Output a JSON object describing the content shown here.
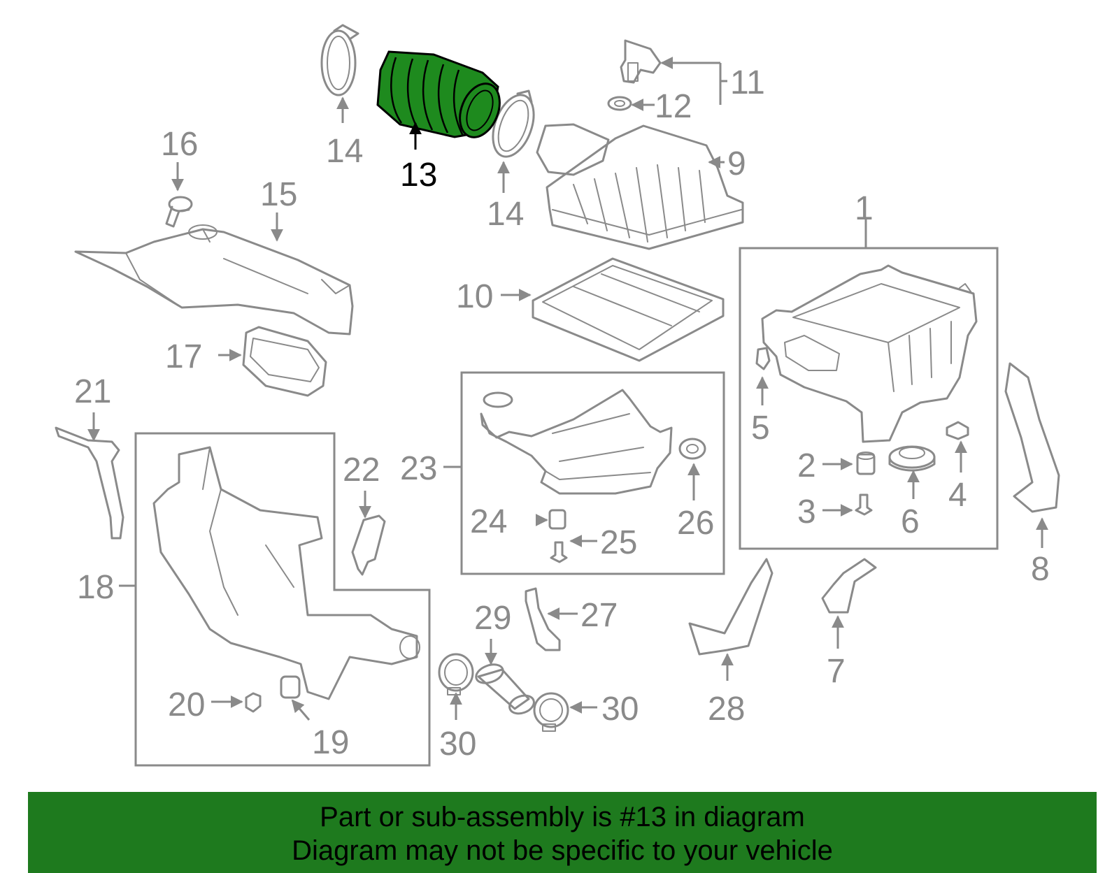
{
  "diagram": {
    "highlighted_part": "13",
    "highlight_color": "#1e8a1e",
    "part_labels": [
      "1",
      "2",
      "3",
      "4",
      "5",
      "6",
      "7",
      "8",
      "9",
      "10",
      "11",
      "12",
      "13",
      "14",
      "14",
      "15",
      "16",
      "17",
      "18",
      "19",
      "20",
      "21",
      "22",
      "23",
      "24",
      "25",
      "26",
      "27",
      "28",
      "29",
      "30",
      "30"
    ]
  },
  "banner": {
    "line1": "Part or sub-assembly is #13 in diagram",
    "line2": "Diagram may not be specific to your vehicle",
    "background": "#1e7a1e"
  }
}
